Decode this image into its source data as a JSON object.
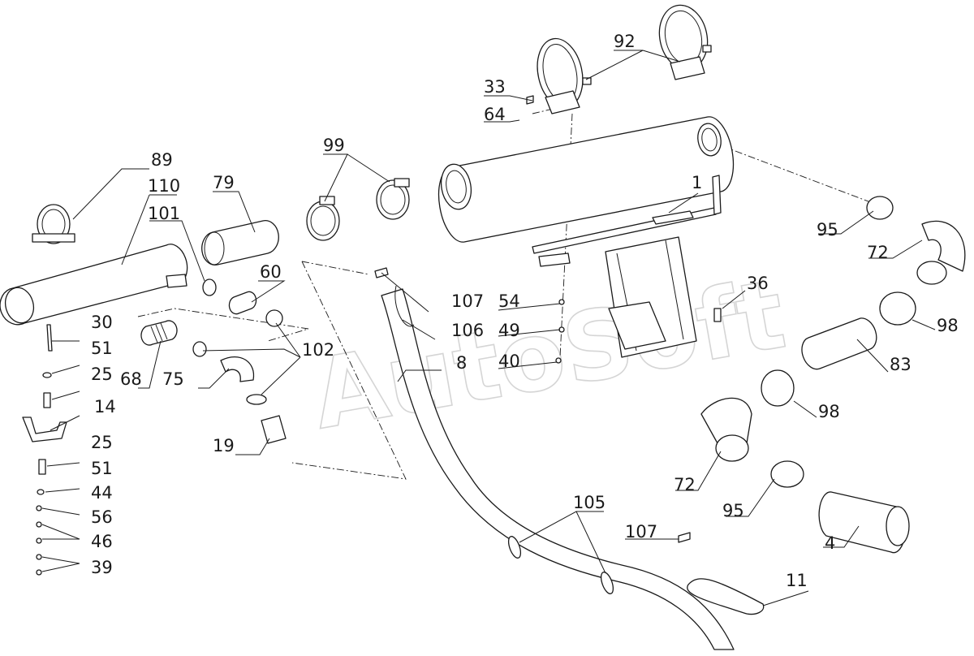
{
  "watermark": "AutoSoft",
  "labels": {
    "l89": "89",
    "l110": "110",
    "l101": "101",
    "l79": "79",
    "l99": "99",
    "l33": "33",
    "l64": "64",
    "l92": "92",
    "l60": "60",
    "l30": "30",
    "l51a": "51",
    "l25a": "25",
    "l68": "68",
    "l75": "75",
    "l14": "14",
    "l25b": "25",
    "l51b": "51",
    "l44": "44",
    "l56": "56",
    "l46": "46",
    "l39": "39",
    "l102": "102",
    "l19": "19",
    "l107a": "107",
    "l106": "106",
    "l8": "8",
    "l54": "54",
    "l49": "49",
    "l40": "40",
    "l1": "1",
    "l36": "36",
    "l95a": "95",
    "l72a": "72",
    "l98a": "98",
    "l83": "83",
    "l98b": "98",
    "l72b": "72",
    "l95b": "95",
    "l4": "4",
    "l105": "105",
    "l107b": "107",
    "l11": "11"
  }
}
